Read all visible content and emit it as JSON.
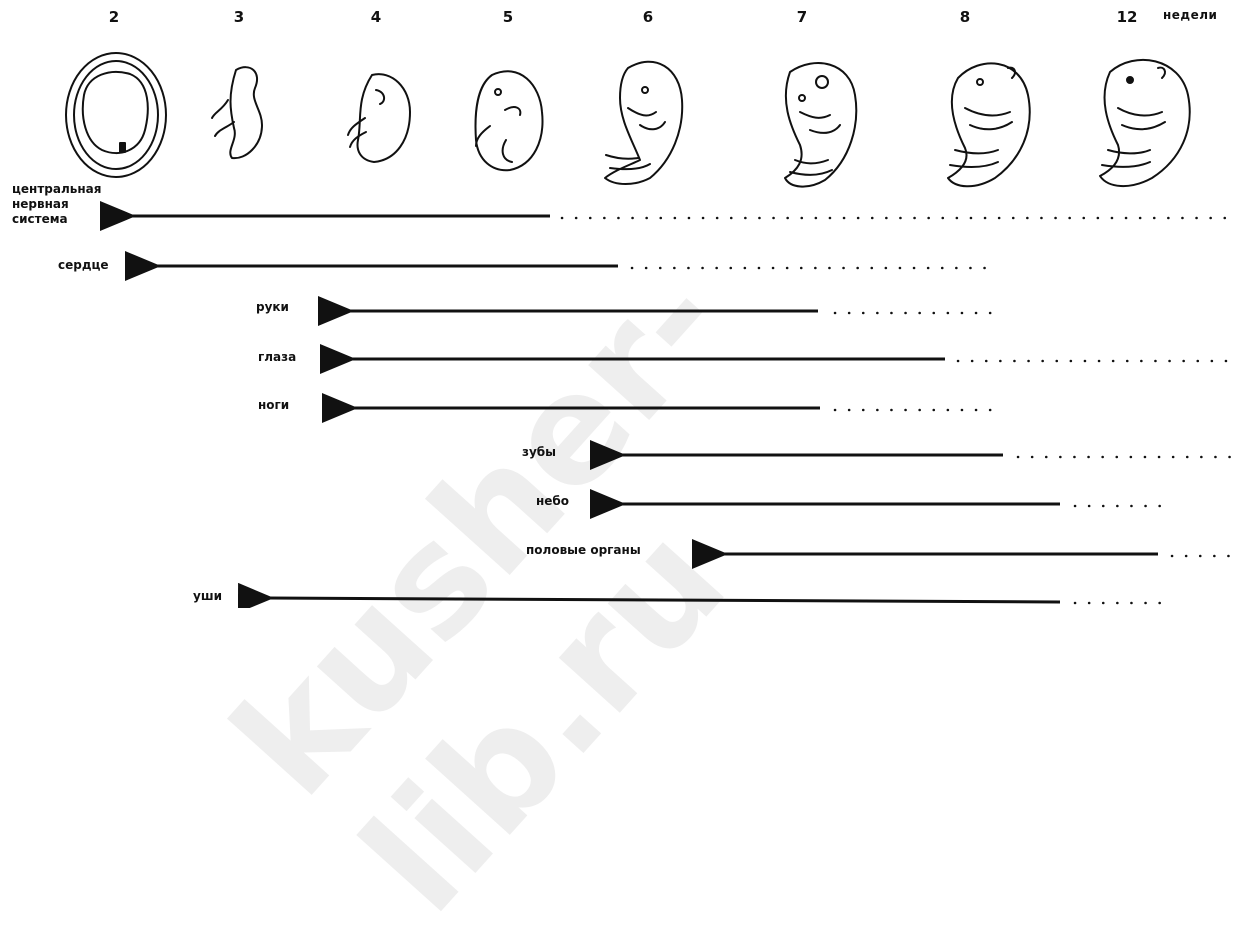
{
  "weeks": [
    "2",
    "3",
    "4",
    "5",
    "6",
    "7",
    "8",
    "12"
  ],
  "weeks_unit": "недели",
  "watermark": "kusher-lib.ru",
  "organs": [
    {
      "name": "центральная\nнервная\nсистема"
    },
    {
      "name": "сердце"
    },
    {
      "name": "руки"
    },
    {
      "name": "глаза"
    },
    {
      "name": "ноги"
    },
    {
      "name": "зубы"
    },
    {
      "name": "небо"
    },
    {
      "name": "половые органы"
    },
    {
      "name": "уши"
    }
  ]
}
